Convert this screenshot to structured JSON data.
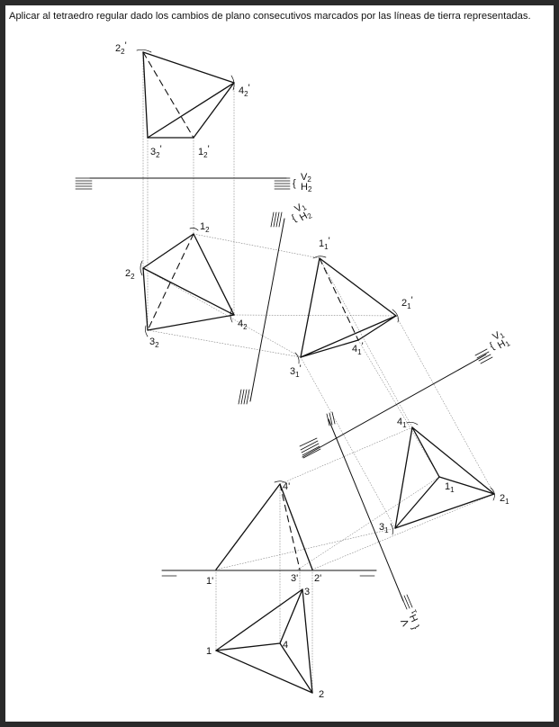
{
  "instruction": "Aplicar al tetraedro regular dado los cambios de plano consecutivos marcados por las líneas de tierra representadas.",
  "ground_line_labels": {
    "v2h2": {
      "top": "V",
      "top_sub": "2",
      "bottom": "H",
      "bottom_sub": "2"
    },
    "v1h2": {
      "top": "V",
      "top_sub": "1",
      "bottom": "H",
      "bottom_sub": "2"
    },
    "v1h1_right": {
      "top": "V",
      "top_sub": "1",
      "bottom": "H",
      "bottom_sub": "1"
    },
    "vh1_bottom": {
      "top": "V",
      "top_sub": "",
      "bottom": "H",
      "bottom_sub": "1"
    }
  },
  "points": {
    "p2_2v": {
      "num": "2",
      "sub": "2",
      "prime": "'"
    },
    "p4_2v": {
      "num": "4",
      "sub": "2",
      "prime": "'"
    },
    "p3_2v": {
      "num": "3",
      "sub": "2",
      "prime": "'"
    },
    "p1_2v": {
      "num": "1",
      "sub": "2",
      "prime": "'"
    },
    "p1_2": {
      "num": "1",
      "sub": "2",
      "prime": ""
    },
    "p2_2": {
      "num": "2",
      "sub": "2",
      "prime": ""
    },
    "p4_2": {
      "num": "4",
      "sub": "2",
      "prime": ""
    },
    "p3_2": {
      "num": "3",
      "sub": "2",
      "prime": ""
    },
    "p1_1v": {
      "num": "1",
      "sub": "1",
      "prime": "'"
    },
    "p2_1v": {
      "num": "2",
      "sub": "1",
      "prime": "'"
    },
    "p4_1v": {
      "num": "4",
      "sub": "1",
      "prime": "'"
    },
    "p3_1v": {
      "num": "3",
      "sub": "1",
      "prime": "'"
    },
    "p4_1": {
      "num": "4",
      "sub": "1",
      "prime": ""
    },
    "p1_1": {
      "num": "1",
      "sub": "1",
      "prime": ""
    },
    "p2_1": {
      "num": "2",
      "sub": "1",
      "prime": ""
    },
    "p3_1": {
      "num": "3",
      "sub": "1",
      "prime": ""
    },
    "p4v": {
      "num": "4",
      "sub": "",
      "prime": "'"
    },
    "p1v": {
      "num": "1",
      "sub": "",
      "prime": "'"
    },
    "p3v": {
      "num": "3",
      "sub": "",
      "prime": "'"
    },
    "p2v": {
      "num": "2",
      "sub": "",
      "prime": "'"
    },
    "p3": {
      "num": "3",
      "sub": "",
      "prime": ""
    },
    "p4": {
      "num": "4",
      "sub": "",
      "prime": ""
    },
    "p1": {
      "num": "1",
      "sub": "",
      "prime": ""
    },
    "p2": {
      "num": "2",
      "sub": "",
      "prime": ""
    }
  }
}
